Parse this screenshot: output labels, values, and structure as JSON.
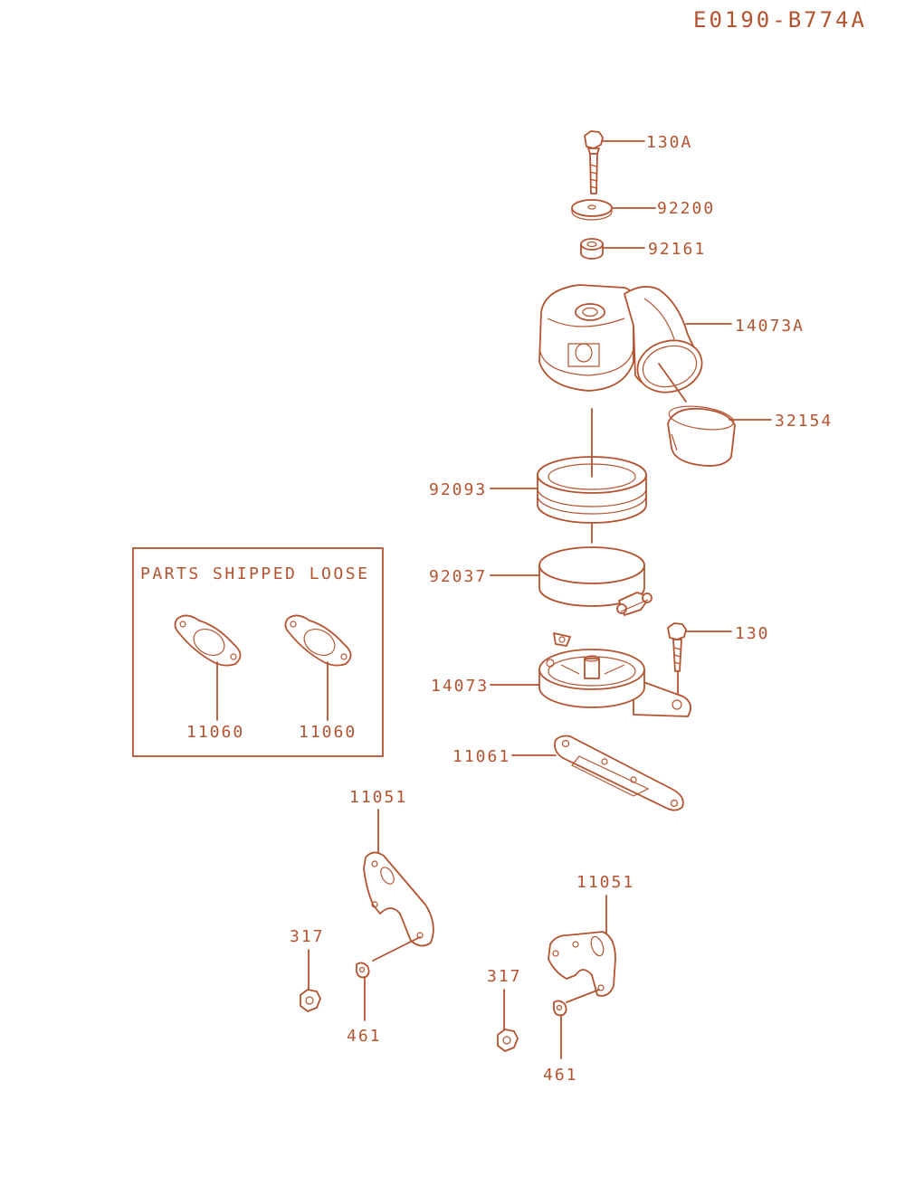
{
  "diagram_code": "E0190-B774A",
  "box_title": "PARTS SHIPPED LOOSE",
  "callouts": {
    "bolt_130a": "130A",
    "washer_92200": "92200",
    "collar_92161": "92161",
    "cover_14073a": "14073A",
    "sleeve_32154": "32154",
    "seal_92093": "92093",
    "band_92037": "92037",
    "bolt_130": "130",
    "base_14073": "14073",
    "gasket_11061": "11061",
    "gasket_11060_left": "11060",
    "gasket_11060_right": "11060",
    "bracket_11051_left": "11051",
    "bracket_11051_right": "11051",
    "nut_317_left": "317",
    "nut_317_right": "317",
    "washer_461_left": "461",
    "washer_461_right": "461"
  },
  "colors": {
    "ink": "#b5532f",
    "background": "#ffffff"
  }
}
